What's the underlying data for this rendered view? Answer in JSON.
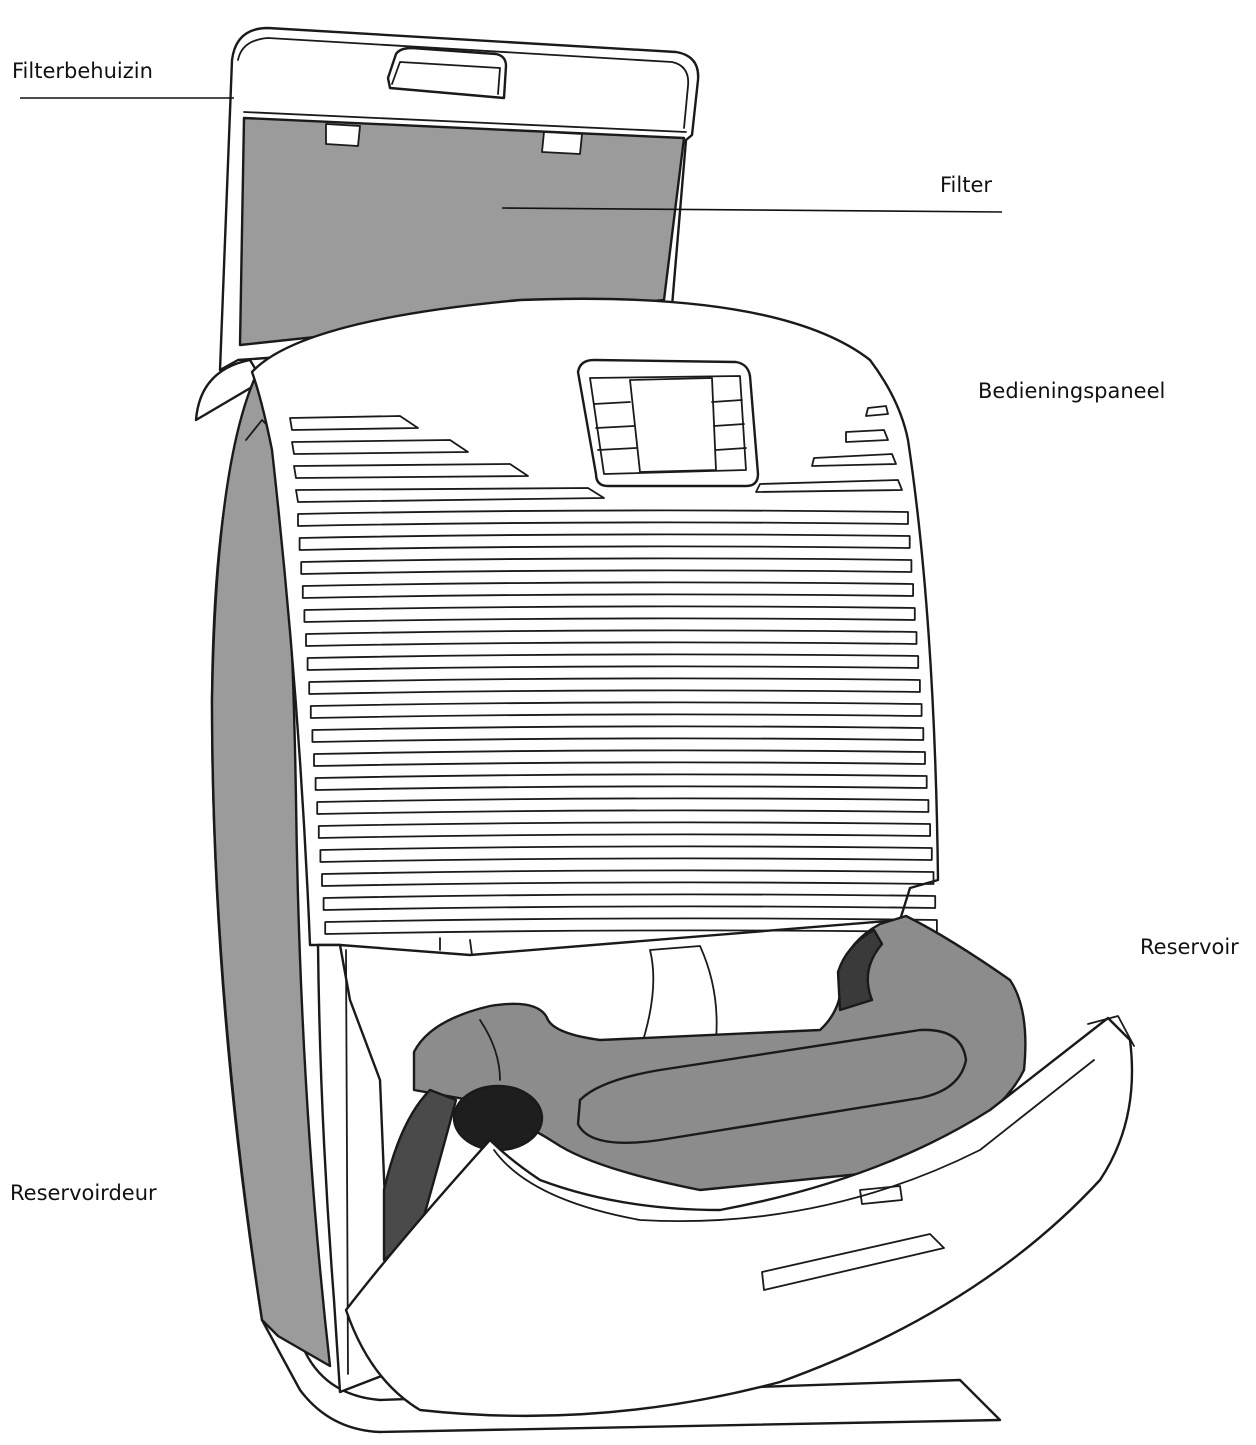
{
  "labels": {
    "filter_housing": "Filterbehuizin",
    "filter": "Filter",
    "control_panel": "Bedieningspaneel",
    "reservoir": "Reservoir",
    "reservoir_door": "Reservoirdeur"
  },
  "colors": {
    "ink": "#1a1a1a",
    "body": "#ffffff",
    "panel_grey": "#9b9b9b",
    "reservoir_grey": "#8c8c8c",
    "dark_grey": "#3a3a3a"
  }
}
